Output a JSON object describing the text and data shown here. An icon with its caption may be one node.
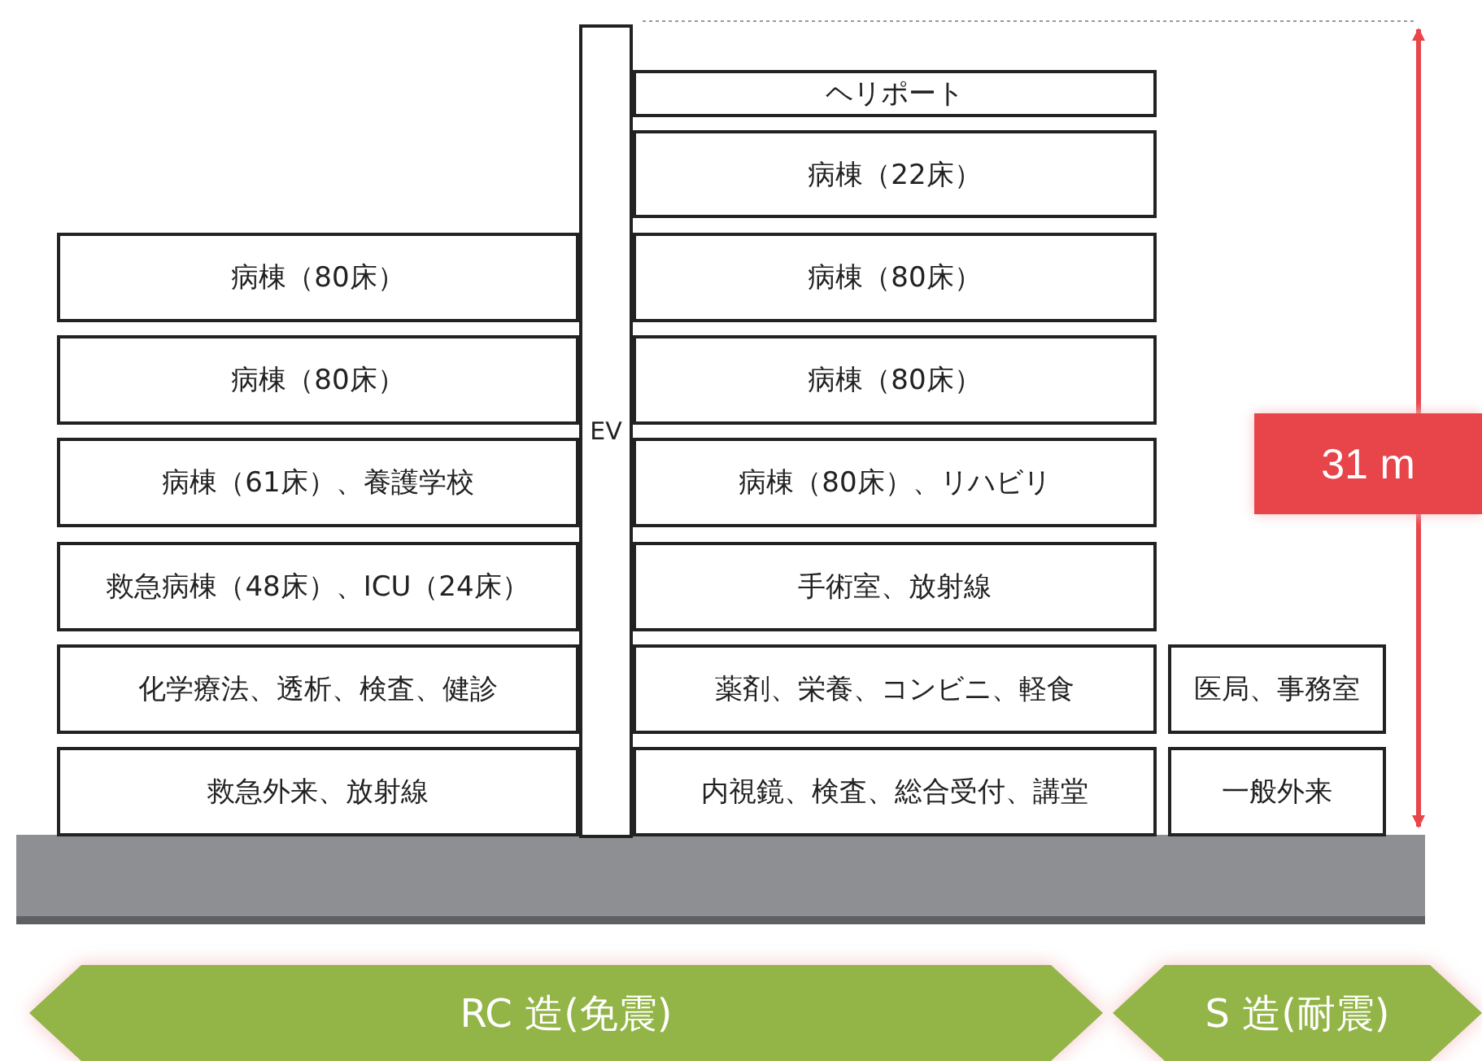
{
  "diagram": {
    "nodes": [
      {
        "text": [
          "EV"
        ]
      },
      {
        "text": [
          "ヘリポート"
        ]
      },
      {
        "text": [
          "病棟（22床）"
        ]
      },
      {
        "text": [
          "病棟（80床）"
        ]
      },
      {
        "text": [
          "病棟（80床）"
        ]
      },
      {
        "text": [
          "病棟（80床）"
        ]
      },
      {
        "text": [
          "病棟（80床）"
        ]
      },
      {
        "text": [
          "病棟（61床）、養護学校"
        ]
      },
      {
        "text": [
          "病棟（80床）、リハビリ"
        ]
      },
      {
        "text": [
          "救急病棟（48床）、ICU（24床）"
        ]
      },
      {
        "text": [
          "手術室、放射線"
        ]
      },
      {
        "text": [
          "化学療法、透析、検査、健診"
        ]
      },
      {
        "text": [
          "薬剤、栄養、コンビニ、軽食"
        ]
      },
      {
        "text": [
          "医局、事務室"
        ]
      },
      {
        "text": [
          "救急外来、放射線"
        ]
      },
      {
        "text": [
          "内視鏡、検査、総合受付、講堂"
        ]
      },
      {
        "text": [
          "一般外来"
        ]
      },
      {
        "text": [
          "RC 造(免震)"
        ]
      },
      {
        "text": [
          "S 造(耐震)"
        ]
      }
    ],
    "labels": [
      "31 m"
    ]
  }
}
